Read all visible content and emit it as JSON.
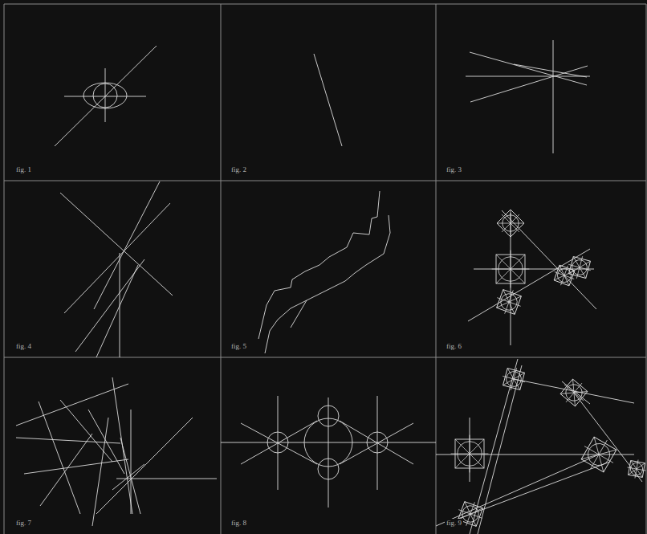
{
  "diagram": {
    "labels": [
      "fig. 1",
      "fig. 2",
      "fig. 3",
      "fig. 4",
      "fig. 5",
      "fig. 6",
      "fig. 7",
      "fig. 8",
      "fig. 9"
    ]
  }
}
